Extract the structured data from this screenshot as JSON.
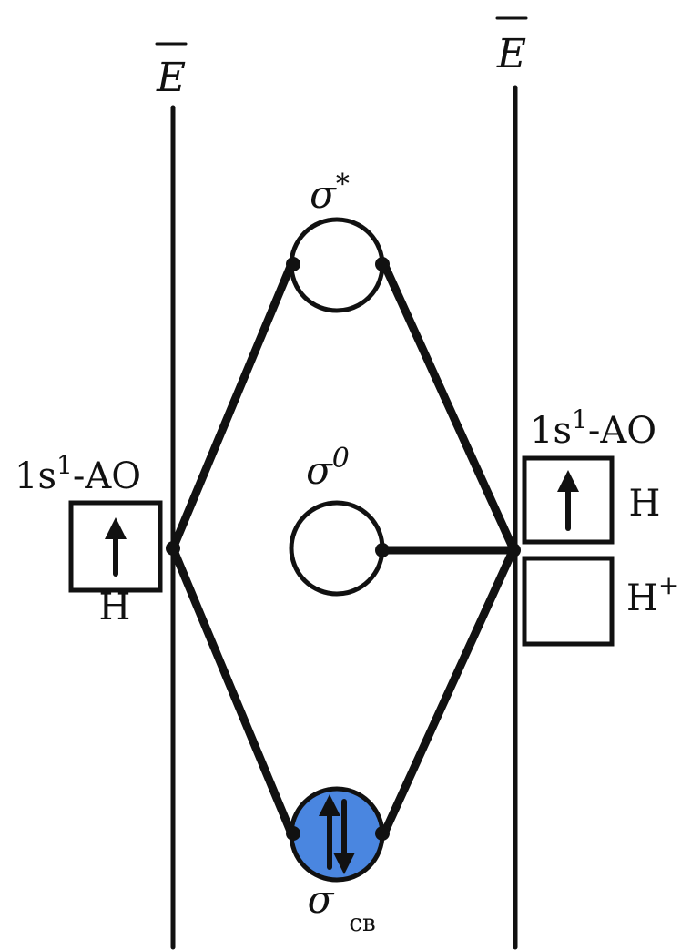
{
  "axes": {
    "left_energy_label": "E",
    "right_energy_label": "E"
  },
  "left_atom": {
    "ao_label_main": "1s",
    "ao_label_sup": "1",
    "ao_label_suffix": "-AO",
    "atom_label": "H",
    "electron": "up"
  },
  "right_atom": {
    "ao_label_main": "1s",
    "ao_label_sup": "1",
    "ao_label_suffix": "-AO",
    "atom_label": "H",
    "electron": "up",
    "ion_label_main": "H",
    "ion_label_sup": "+",
    "ion_electron": "none"
  },
  "orbitals": {
    "antibonding": {
      "symbol": "σ",
      "sup": "*",
      "occupancy": "empty"
    },
    "nonbonding": {
      "symbol": "σ",
      "sup": "0",
      "occupancy": "empty"
    },
    "bonding": {
      "symbol": "σ",
      "sub": "св",
      "occupancy": "paired",
      "fill_color": "#4a86e0"
    }
  },
  "colors": {
    "ink": "#111111",
    "bonding_fill": "#4a86e0"
  }
}
